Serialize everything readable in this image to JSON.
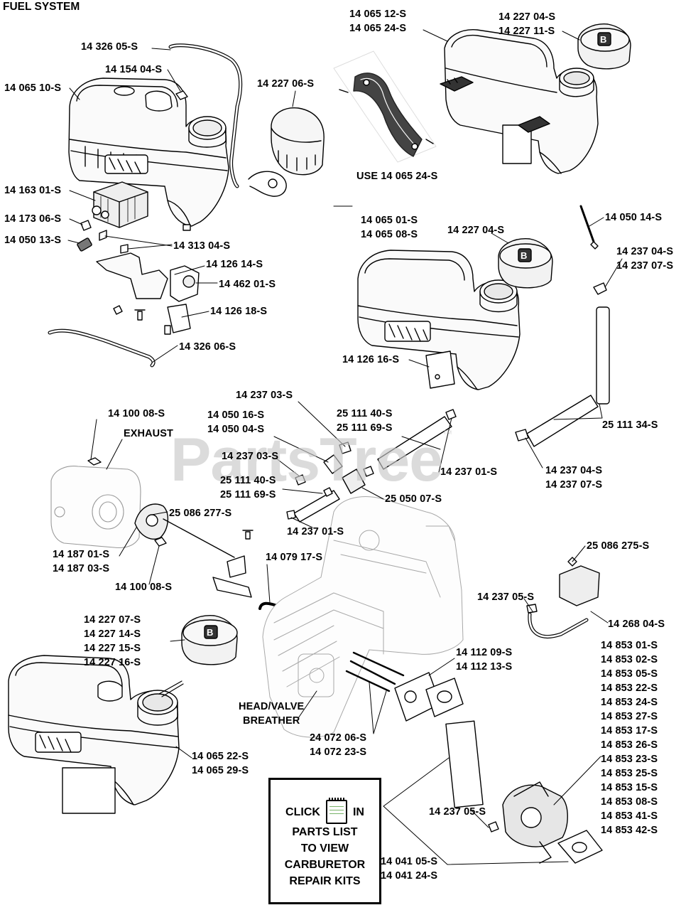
{
  "title": "FUEL SYSTEM",
  "watermark": "PartsTree",
  "watermark_tm": "™",
  "labels": [
    {
      "id": "l01",
      "lines": [
        "14 326 05-S"
      ]
    },
    {
      "id": "l02",
      "lines": [
        "14 154 04-S"
      ]
    },
    {
      "id": "l03",
      "lines": [
        "14 065 10-S"
      ]
    },
    {
      "id": "l04",
      "lines": [
        "14 227 06-S"
      ]
    },
    {
      "id": "l05",
      "lines": [
        "14 065 12-S",
        "14 065 24-S"
      ]
    },
    {
      "id": "l06",
      "lines": [
        "14 227 04-S",
        "14 227 11-S"
      ]
    },
    {
      "id": "l07",
      "lines": [
        "USE 14 065 24-S"
      ]
    },
    {
      "id": "l08",
      "lines": [
        "14 163 01-S"
      ]
    },
    {
      "id": "l09",
      "lines": [
        "14 173 06-S"
      ]
    },
    {
      "id": "l10",
      "lines": [
        "14 050 13-S"
      ]
    },
    {
      "id": "l11",
      "lines": [
        "14 313 04-S"
      ]
    },
    {
      "id": "l12",
      "lines": [
        "14 126 14-S"
      ]
    },
    {
      "id": "l13",
      "lines": [
        "14 462 01-S"
      ]
    },
    {
      "id": "l14",
      "lines": [
        "14 126 18-S"
      ]
    },
    {
      "id": "l15",
      "lines": [
        "14 326 06-S"
      ]
    },
    {
      "id": "l16",
      "lines": [
        "14 065 01-S",
        "14 065 08-S"
      ]
    },
    {
      "id": "l17",
      "lines": [
        "14 227 04-S"
      ]
    },
    {
      "id": "l18",
      "lines": [
        "14 050 14-S"
      ]
    },
    {
      "id": "l19",
      "lines": [
        "14 237 04-S",
        "14 237 07-S"
      ]
    },
    {
      "id": "l20",
      "lines": [
        "14 126 16-S"
      ]
    },
    {
      "id": "l21",
      "lines": [
        "14 237 03-S"
      ]
    },
    {
      "id": "l22",
      "lines": [
        "14 050 16-S",
        "14 050 04-S"
      ]
    },
    {
      "id": "l23",
      "lines": [
        "25 111 40-S",
        "25 111 69-S"
      ]
    },
    {
      "id": "l24",
      "lines": [
        "14 100 08-S"
      ]
    },
    {
      "id": "l25",
      "lines": [
        "EXHAUST"
      ]
    },
    {
      "id": "l26",
      "lines": [
        "14 237 03-S"
      ]
    },
    {
      "id": "l27",
      "lines": [
        "25 111 40-S",
        "25 111 69-S"
      ]
    },
    {
      "id": "l28",
      "lines": [
        "14 237 01-S"
      ]
    },
    {
      "id": "l29",
      "lines": [
        "25 111 34-S"
      ]
    },
    {
      "id": "l30",
      "lines": [
        "14 237 04-S",
        "14 237 07-S"
      ]
    },
    {
      "id": "l31",
      "lines": [
        "25 050 07-S"
      ]
    },
    {
      "id": "l32",
      "lines": [
        "25 086 277-S"
      ]
    },
    {
      "id": "l33",
      "lines": [
        "14 237 01-S"
      ]
    },
    {
      "id": "l34",
      "lines": [
        "14 187 01-S",
        "14 187 03-S"
      ]
    },
    {
      "id": "l35",
      "lines": [
        "14 100 08-S"
      ]
    },
    {
      "id": "l36",
      "lines": [
        "14 079 17-S"
      ]
    },
    {
      "id": "l37",
      "lines": [
        "25 086 275-S"
      ]
    },
    {
      "id": "l38",
      "lines": [
        "14 237 05-S"
      ]
    },
    {
      "id": "l39",
      "lines": [
        "14 268 04-S"
      ]
    },
    {
      "id": "l40",
      "lines": [
        "14 227 07-S",
        "14 227 14-S",
        "14 227 15-S",
        "14 227 16-S"
      ]
    },
    {
      "id": "l41",
      "lines": [
        "14 112 09-S",
        "14 112 13-S"
      ]
    },
    {
      "id": "l42",
      "lines": [
        "14 853 01-S",
        "14 853 02-S",
        "14 853 05-S",
        "14 853 22-S",
        "14 853 24-S",
        "14 853 27-S",
        "14 853 17-S",
        "14 853 26-S",
        "14 853 23-S",
        "14 853 25-S",
        "14 853 15-S",
        "14 853 08-S",
        "14 853 41-S",
        "14 853 42-S"
      ]
    },
    {
      "id": "l43",
      "lines": [
        "HEAD/VALVE",
        "BREATHER"
      ]
    },
    {
      "id": "l44",
      "lines": [
        "14 065 22-S",
        "14 065 29-S"
      ]
    },
    {
      "id": "l45",
      "lines": [
        "24 072 06-S",
        "14 072 23-S"
      ]
    },
    {
      "id": "l46",
      "lines": [
        "14 237 05-S"
      ]
    },
    {
      "id": "l47",
      "lines": [
        "14 041 05-S",
        "14 041 24-S"
      ]
    }
  ],
  "callout": {
    "word_click": "CLICK",
    "word_in": "IN",
    "lines": [
      "PARTS LIST",
      "TO VIEW",
      "CARBURETOR",
      "REPAIR KITS"
    ]
  }
}
